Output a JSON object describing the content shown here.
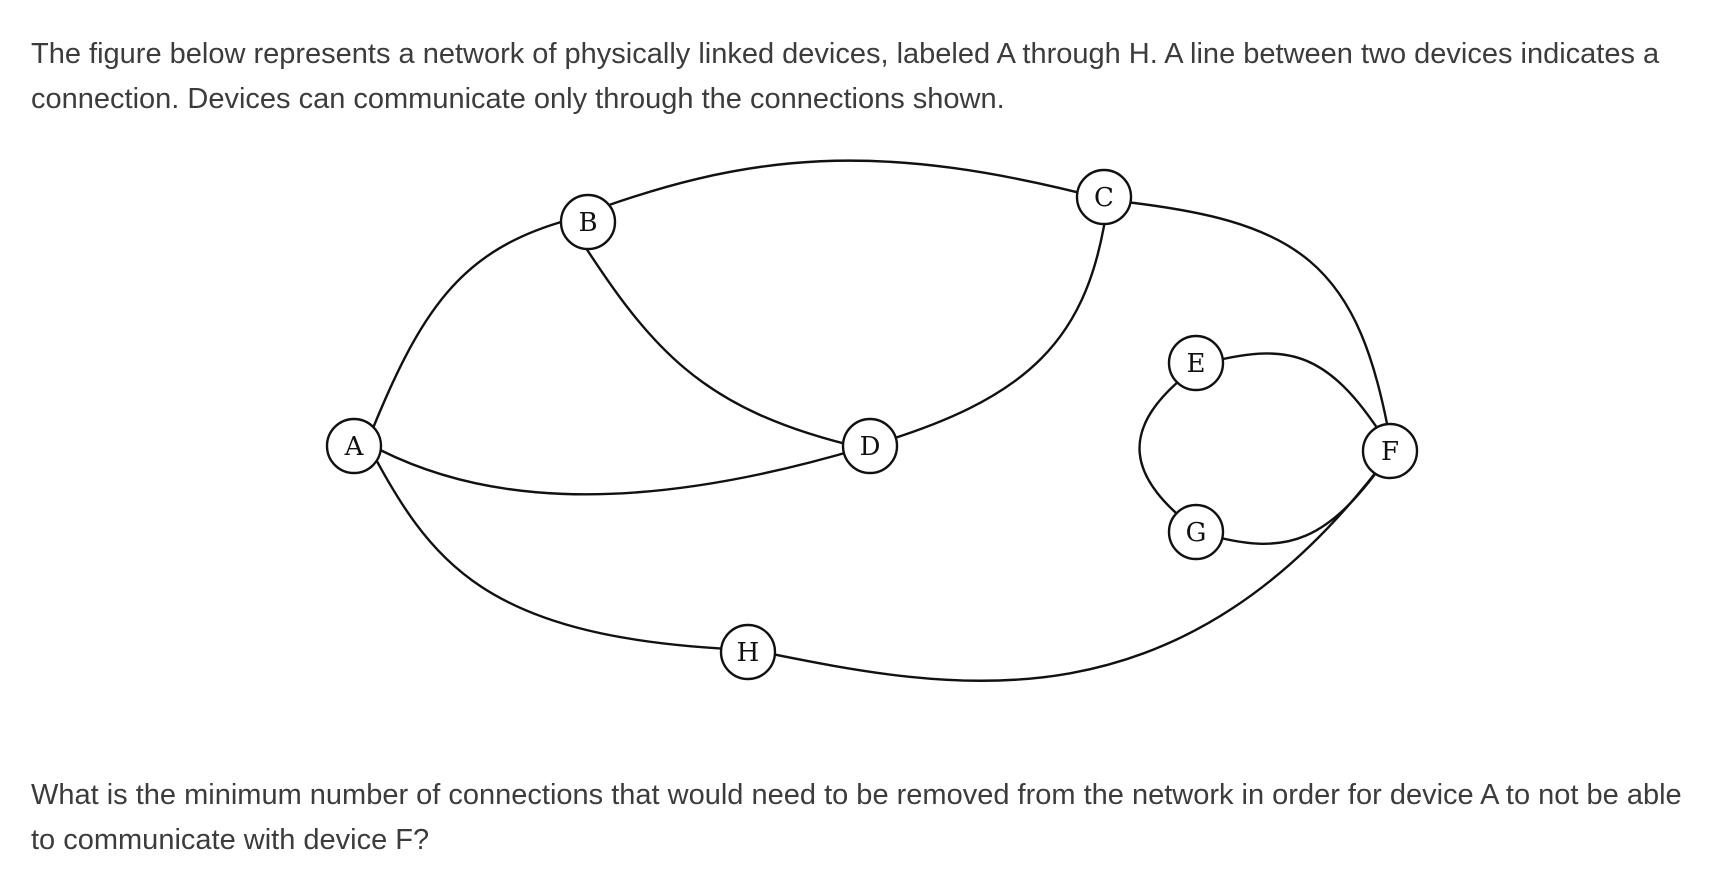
{
  "intro_text": "The figure below represents a network of physically linked devices, labeled A through H. A line between two devices indicates a connection. Devices can communicate only through the connections shown.",
  "question_text": "What is the minimum number of connections that would need to be removed from the network in order for device A to not be able to communicate with device F?",
  "diagram": {
    "nodes": [
      {
        "id": "A",
        "label": "A"
      },
      {
        "id": "B",
        "label": "B"
      },
      {
        "id": "C",
        "label": "C"
      },
      {
        "id": "D",
        "label": "D"
      },
      {
        "id": "E",
        "label": "E"
      },
      {
        "id": "F",
        "label": "F"
      },
      {
        "id": "G",
        "label": "G"
      },
      {
        "id": "H",
        "label": "H"
      }
    ],
    "edges": [
      {
        "from": "A",
        "to": "B"
      },
      {
        "from": "A",
        "to": "D"
      },
      {
        "from": "A",
        "to": "H"
      },
      {
        "from": "B",
        "to": "C"
      },
      {
        "from": "B",
        "to": "D"
      },
      {
        "from": "C",
        "to": "D"
      },
      {
        "from": "C",
        "to": "F"
      },
      {
        "from": "E",
        "to": "F"
      },
      {
        "from": "E",
        "to": "G"
      },
      {
        "from": "G",
        "to": "F"
      },
      {
        "from": "H",
        "to": "F"
      }
    ]
  }
}
